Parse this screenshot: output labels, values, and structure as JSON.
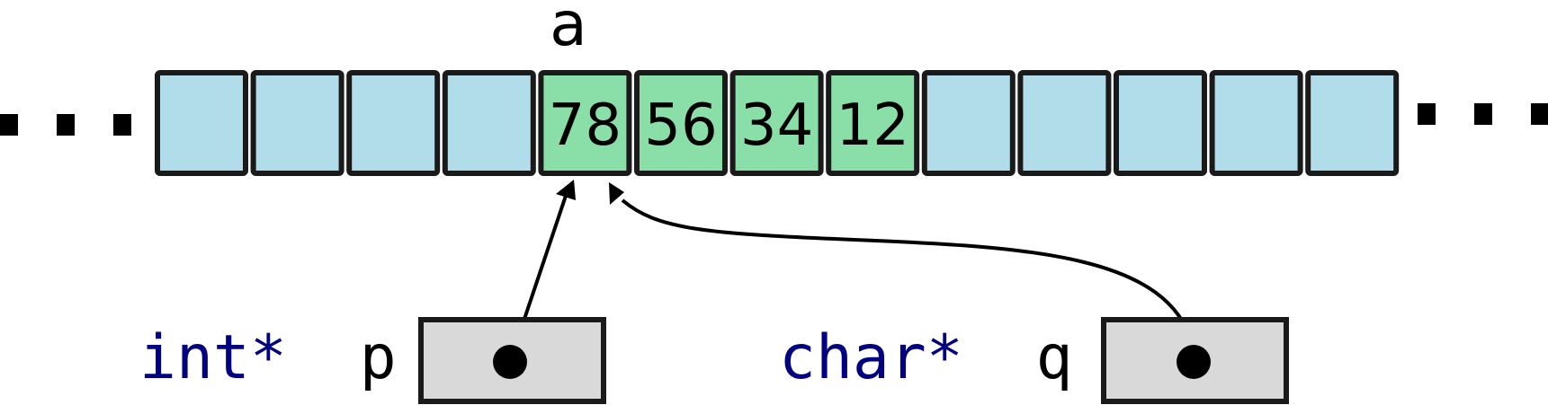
{
  "array": {
    "name": "a",
    "cells": [
      "",
      "",
      "",
      "",
      "78",
      "56",
      "34",
      "12",
      "",
      "",
      "",
      "",
      ""
    ],
    "highlight_start": 4,
    "highlight_count": 4,
    "colors": {
      "plain": "#b0dde9",
      "highlight": "#8adfa8",
      "border": "#1a1a1a"
    }
  },
  "pointers": [
    {
      "type": "int*",
      "name": "p",
      "target_cell": 4
    },
    {
      "type": "char*",
      "name": "q",
      "target_cell": 4
    }
  ],
  "colors": {
    "keyword": "#000080",
    "box_fill": "#d9d9d9",
    "ink": "#000000"
  }
}
